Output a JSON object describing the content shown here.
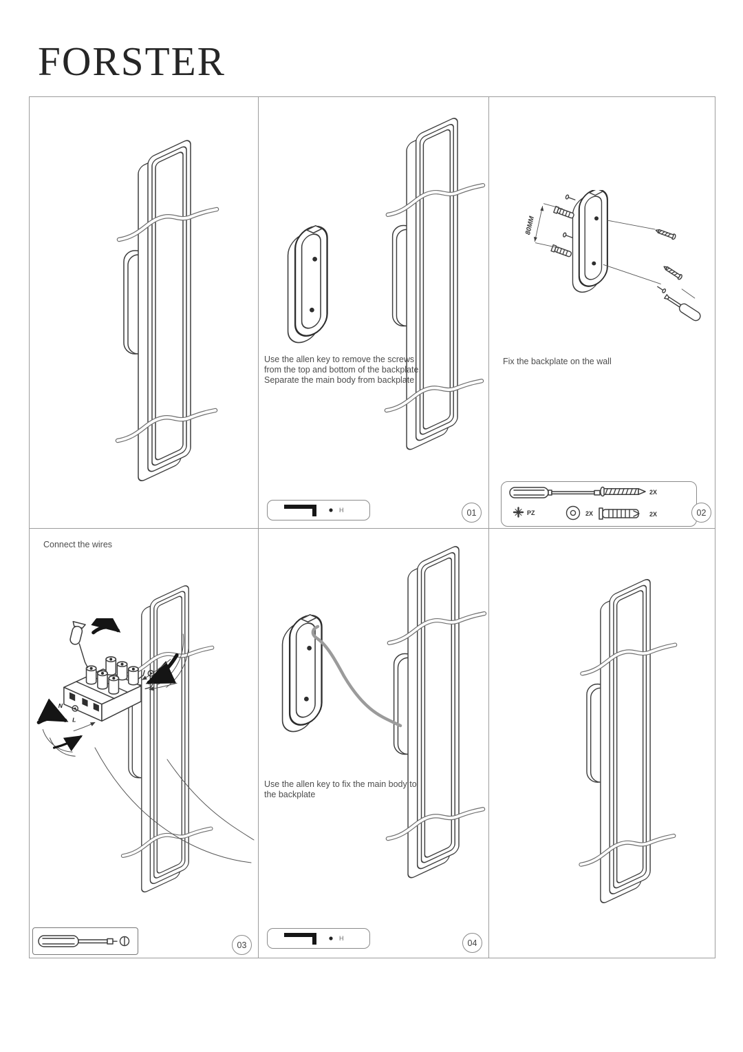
{
  "brand": "FORSTER",
  "panels": {
    "step1": {
      "number": "01",
      "caption": "Use the allen key to remove the screws from the top and bottom of the backplate. Separate the main body from backplate",
      "tool_label": "H"
    },
    "step2": {
      "number": "02",
      "caption": "Fix the backplate on the wall",
      "dimension_label": "80MM",
      "hardware": {
        "driver_type": "PZ",
        "washer_qty": "2X",
        "screw_qty": "2X",
        "anchor_qty": "2X"
      }
    },
    "step3": {
      "number": "03",
      "caption": "Connect the wires",
      "wire_labels": {
        "neutral": "N",
        "live": "L"
      }
    },
    "step4": {
      "number": "04",
      "caption": "Use the allen key to fix the main body to the backplate",
      "tool_label": "H"
    }
  },
  "colors": {
    "line": "#3d3d3d",
    "panel_border": "#9c9c9c",
    "caption_text": "#4c4c4c",
    "wire_gray": "#9b9b9b"
  }
}
